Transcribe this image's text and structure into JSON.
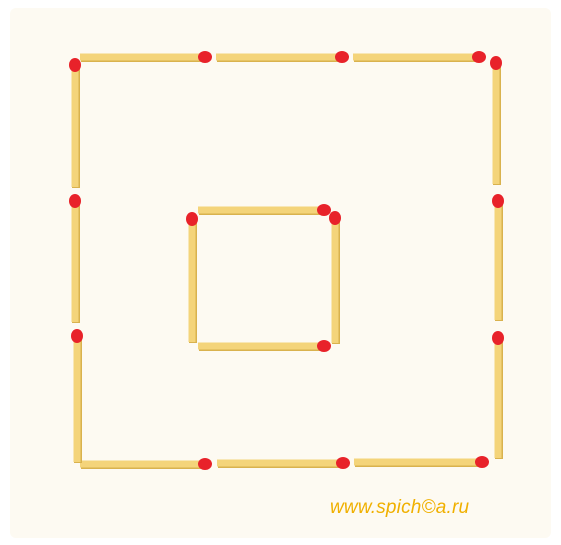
{
  "puzzle": {
    "watermark": "www.spich©a.ru",
    "colors": {
      "stick": "#f4d47a",
      "stick_edge": "#d9b24e",
      "head": "#e8222a",
      "background": "#fdfaf2",
      "watermark": "#f0b000"
    },
    "outer_square": {
      "sticks_per_side": 3
    },
    "inner_square": {
      "sticks_per_side": 1
    },
    "total_matches": 16
  }
}
